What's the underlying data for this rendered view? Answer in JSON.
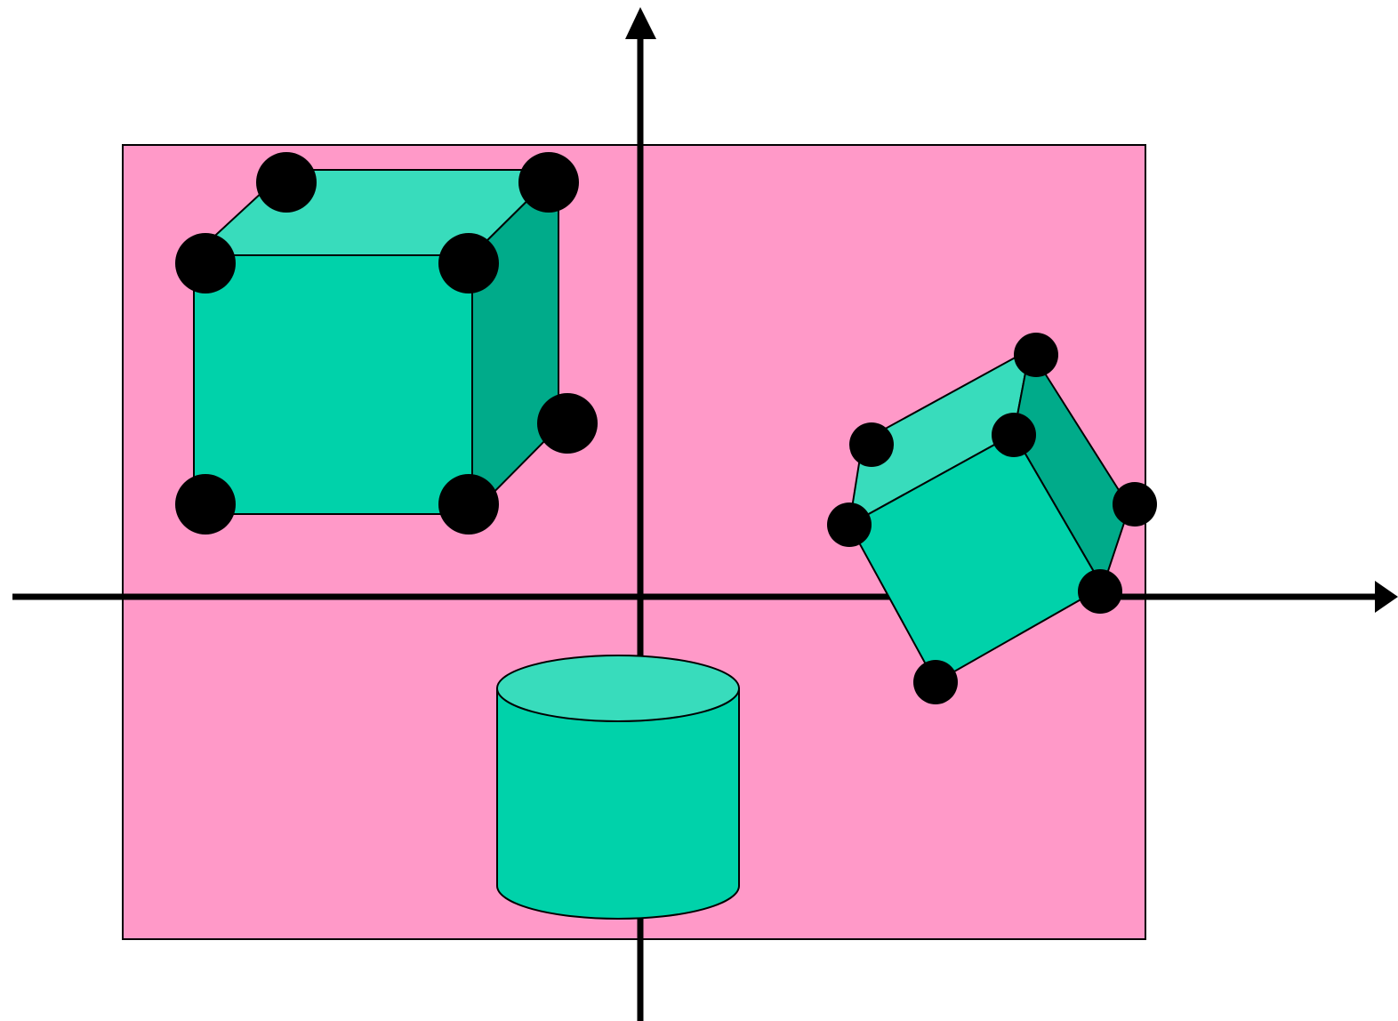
{
  "colors": {
    "background": "#ffffff",
    "plane": "#ff99c8",
    "face_front": "#00d2aa",
    "face_top": "#38dcbc",
    "face_side": "#00ab8a",
    "cylinder_body": "#00d2aa",
    "cylinder_top": "#38dcbc",
    "vertex": "#000000",
    "axis": "#000000"
  },
  "objects": {
    "plane": {
      "shape": "rectangle"
    },
    "axes": {
      "horizontal": "arrow-right",
      "vertical": "arrow-up"
    },
    "cube_axis_aligned": {
      "shape": "cube",
      "vertex_markers": 7
    },
    "cube_rotated": {
      "shape": "cube",
      "vertex_markers": 7
    },
    "cylinder": {
      "shape": "cylinder"
    }
  }
}
